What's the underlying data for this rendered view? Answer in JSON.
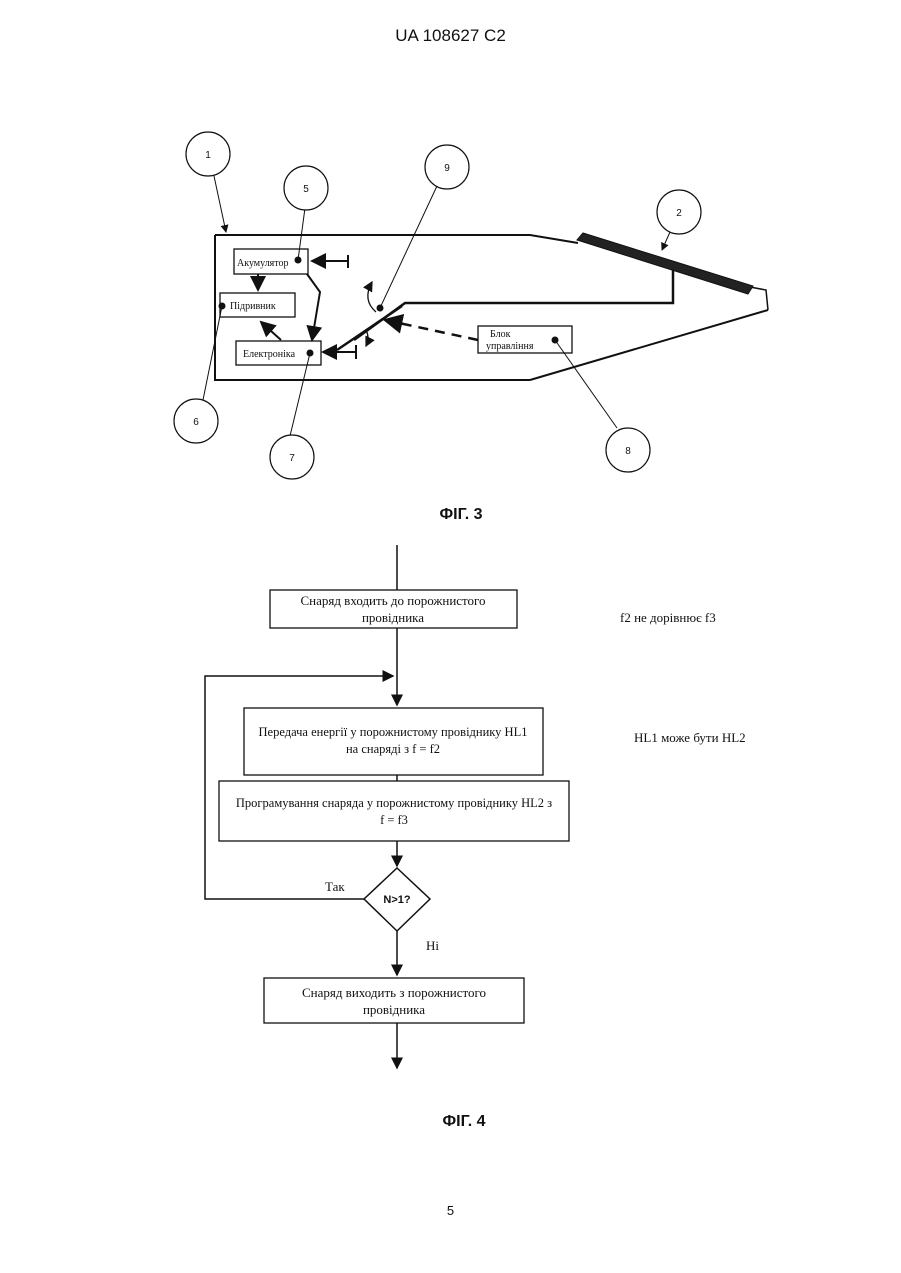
{
  "header": {
    "patent_number": "UA   108627   C2"
  },
  "figure3": {
    "caption": "ФІГ. 3",
    "labels": {
      "accumulator": "Акумулятор",
      "detonator": "Підривник",
      "electronics": "Електроніка",
      "control_unit_line1": "Блок",
      "control_unit_line2": "управління"
    },
    "callouts": [
      "1",
      "2",
      "5",
      "6",
      "7",
      "8",
      "9"
    ]
  },
  "figure4": {
    "caption": "ФІГ. 4",
    "step1_line1": "Снаряд входить до порожнистого",
    "step1_line2": "провідника",
    "step2_line1": "Передача енергії у порожнистому провіднику HL1",
    "step2_line2": "на снаряді з f = f2",
    "step3_line1": "Програмування снаряда у порожнистому провіднику HL2 з",
    "step3_line2": "f = f3",
    "decision": "N>1?",
    "yes_label": "Так",
    "no_label": "Ні",
    "step4_line1": "Снаряд виходить з порожнистого",
    "step4_line2": "провідника",
    "note1": "f2 не дорівнює f3",
    "note2": "HL1 може бути HL2"
  },
  "footer": {
    "page_number": "5"
  }
}
